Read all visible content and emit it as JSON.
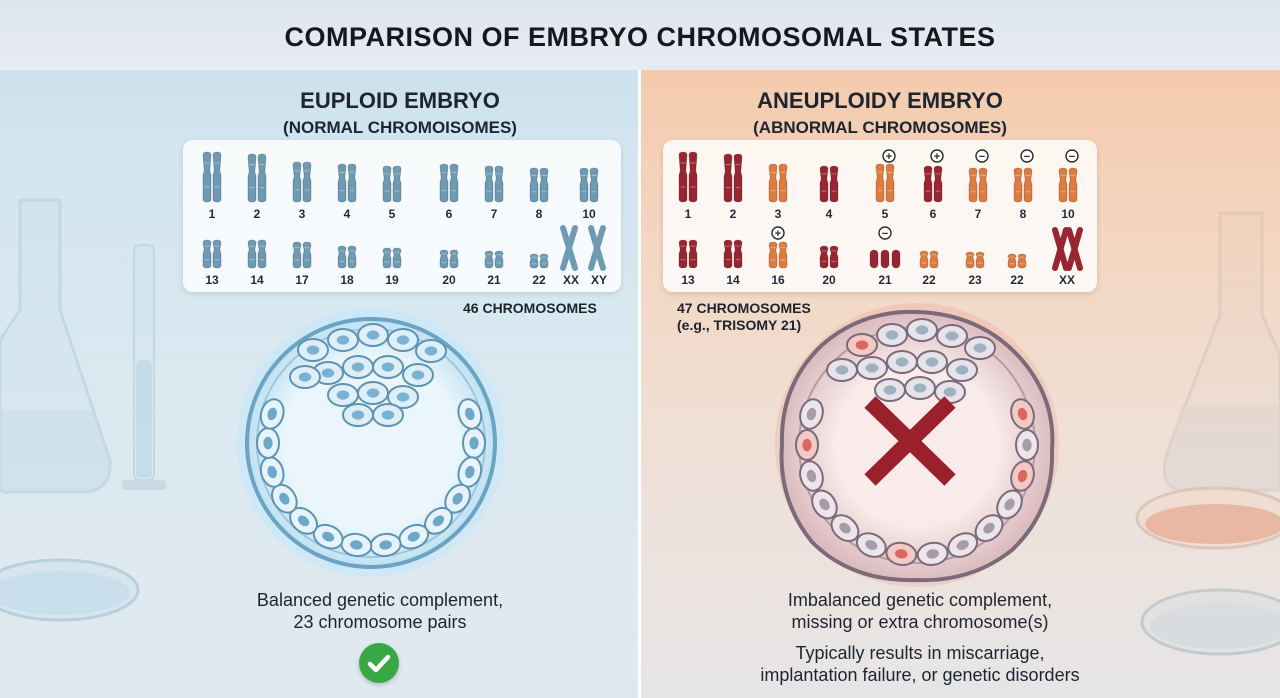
{
  "title": "COMPARISON OF EMBRYO CHROMOSOMAL STATES",
  "colors": {
    "normal": "#6d9bb4",
    "abnormal_dark": "#9b2430",
    "abnormal_orange": "#e07b3e",
    "cross": "#9c1f2c",
    "check": "#38a845"
  },
  "left": {
    "heading": "EUPLOID EMBRYO",
    "subheading": "(NORMAL CHROMOISOMES)",
    "row1_labels": [
      "1",
      "2",
      "3",
      "4",
      "5",
      "6",
      "7",
      "8",
      "10"
    ],
    "row2_labels": [
      "13",
      "14",
      "17",
      "18",
      "19",
      "20",
      "21",
      "22",
      "XX",
      "XY"
    ],
    "count": "46 CHROMOSOMES",
    "caption_line1": "Balanced genetic complement,",
    "caption_line2": "23 chromosome pairs",
    "status_icon": "check-icon"
  },
  "right": {
    "heading": "ANEUPLOIDY EMBRYO",
    "subheading": "(ABNORMAL CHROMOSOMES)",
    "row1_labels": [
      "1",
      "2",
      "3",
      "4",
      "5",
      "6",
      "7",
      "8",
      "10"
    ],
    "row2_labels": [
      "13",
      "14",
      "16",
      "20",
      "21",
      "22",
      "23",
      "22",
      "XX"
    ],
    "row1_marks": [
      "",
      "",
      "",
      "",
      "+",
      "+",
      "−",
      "−",
      "−"
    ],
    "row2_marks": [
      "",
      "",
      "+",
      "",
      "−",
      "",
      "",
      "",
      ""
    ],
    "count_line1": "47 CHROMOSOMES",
    "count_line2": "(e.g., TRISOMY 21)",
    "caption_line1": "Imbalanced genetic complement,",
    "caption_line2": "missing or extra chromosome(s)",
    "caption_line3": "Typically results in miscarriage,",
    "caption_line4": "implantation failure, or genetic disorders",
    "status_icon": "cross-icon"
  }
}
